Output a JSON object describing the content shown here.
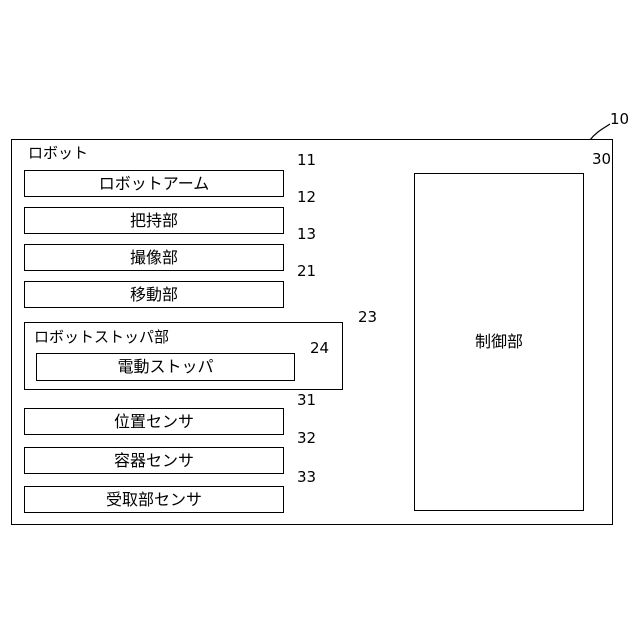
{
  "figure": {
    "outer": {
      "label": "ロボット",
      "ref": "10"
    },
    "components": [
      {
        "id": "robot-arm",
        "label": "ロボットアーム",
        "ref": "11"
      },
      {
        "id": "gripper",
        "label": "把持部",
        "ref": "12"
      },
      {
        "id": "imaging",
        "label": "撮像部",
        "ref": "13"
      },
      {
        "id": "moving",
        "label": "移動部",
        "ref": "21"
      }
    ],
    "stopper": {
      "label": "ロボットストッパ部",
      "ref": "23",
      "inner": {
        "label": "電動ストッパ",
        "ref": "24"
      }
    },
    "sensors": [
      {
        "id": "position-sensor",
        "label": "位置センサ",
        "ref": "31"
      },
      {
        "id": "container-sensor",
        "label": "容器センサ",
        "ref": "32"
      },
      {
        "id": "receiving-sensor",
        "label": "受取部センサ",
        "ref": "33"
      }
    ],
    "controller": {
      "label": "制御部",
      "ref": "30"
    }
  }
}
